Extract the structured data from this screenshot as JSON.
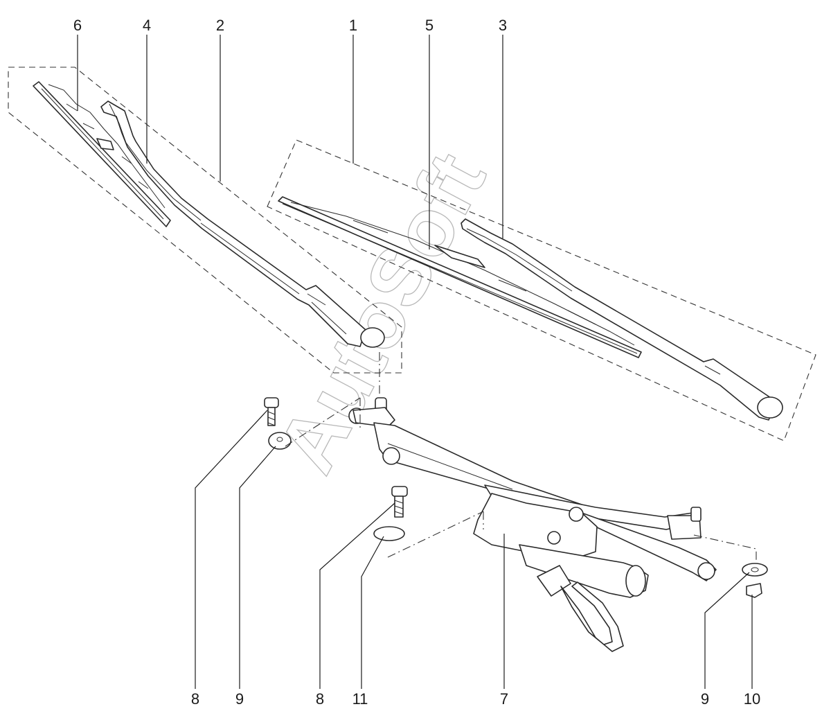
{
  "watermark": "AutoSoft",
  "callouts": {
    "c6": "6",
    "c4": "4",
    "c2": "2",
    "c1": "1",
    "c5": "5",
    "c3": "3",
    "c8a": "8",
    "c9a": "9",
    "c8b": "8",
    "c11": "11",
    "c7": "7",
    "c9b": "9",
    "c10": "10"
  }
}
